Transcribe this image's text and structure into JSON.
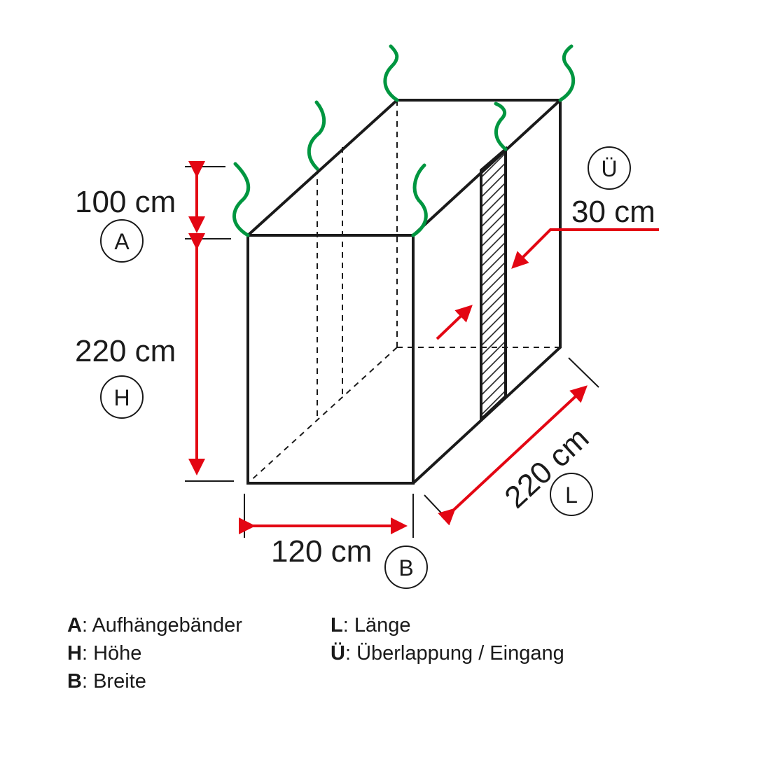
{
  "colors": {
    "outline": "#1a1a1a",
    "measure": "#e30613",
    "strap": "#009640"
  },
  "dimensions": {
    "strap_length": "100 cm",
    "height": "220 cm",
    "width": "120 cm",
    "length": "220 cm",
    "overlap": "30 cm"
  },
  "markers": {
    "a": "A",
    "h": "H",
    "b": "B",
    "l": "L",
    "u": "Ü"
  },
  "legend": [
    {
      "key": "A",
      "label": ": Aufhängebänder"
    },
    {
      "key": "H",
      "label": ": Höhe"
    },
    {
      "key": "B",
      "label": ": Breite"
    },
    {
      "key": "L",
      "label": ": Länge"
    },
    {
      "key": "Ü",
      "label": ": Überlappung / Eingang"
    }
  ]
}
